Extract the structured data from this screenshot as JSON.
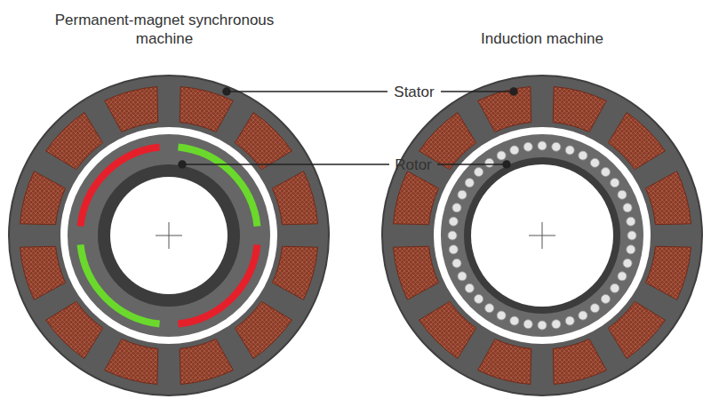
{
  "diagram": {
    "labels": [
      "Permanent-magnet synchronous machine",
      "Induction machine",
      "Stator",
      "Rotor"
    ]
  }
}
